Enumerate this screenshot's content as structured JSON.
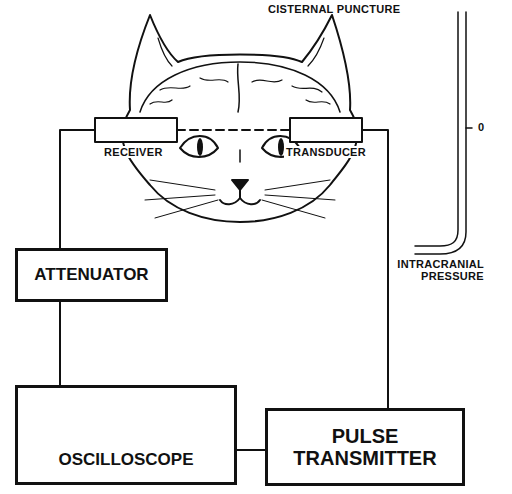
{
  "diagram": {
    "nodes": [
      {
        "text": [
          "ATTENUATOR"
        ]
      },
      {
        "text": [
          "OSCILLOSCOPE"
        ]
      },
      {
        "text": [
          "PULSE TRANSMITTER"
        ]
      }
    ],
    "edges": [
      {
        "from": 0,
        "to": 1,
        "arrow": "none"
      },
      {
        "from": 1,
        "to": 2,
        "arrow": "none"
      }
    ],
    "labels": [
      "CISTERNAL PUNCTURE",
      "RECEIVER",
      "TRANSDUCER",
      "0",
      "INTRACRANIAL PRESSURE"
    ]
  }
}
